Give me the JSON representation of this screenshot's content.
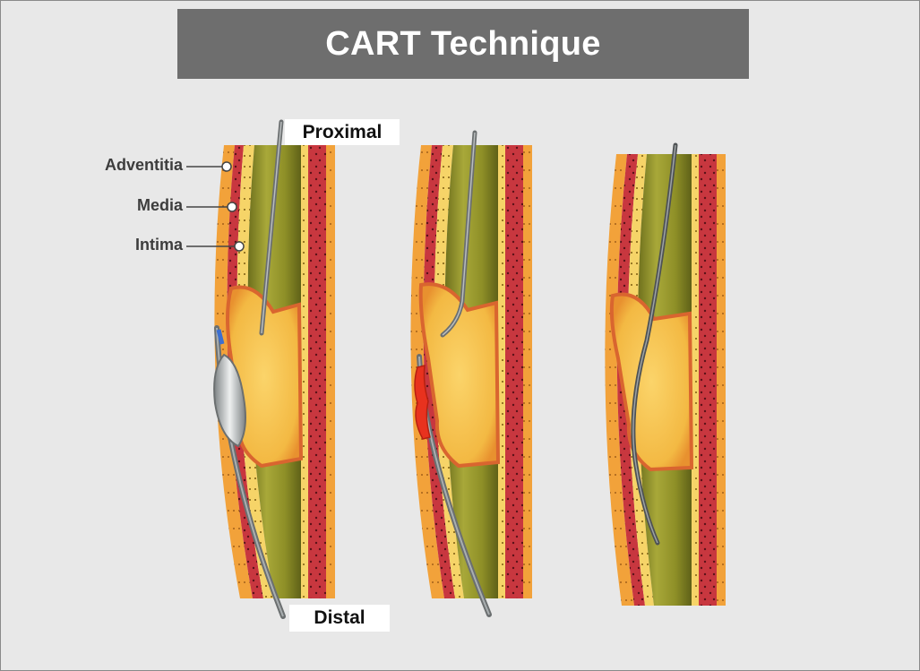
{
  "title": "CART Technique",
  "labels": {
    "proximal": "Proximal",
    "distal": "Distal",
    "layers": [
      "Adventitia",
      "Media",
      "Intima"
    ]
  },
  "colors": {
    "title_bar": "#6e6e6e",
    "background": "#e8e8e8",
    "adventitia": "#f2a23a",
    "media": "#c8373f",
    "intima": "#f6cf5e",
    "lumen": "#8f8f24",
    "plaque": "#f6c44e",
    "plaque_border": "#d9652f",
    "wire": "#6b6f70",
    "balloon": "#bfc4c6",
    "balloon_red": "#e8321e"
  },
  "panels": [
    "balloon-dilation",
    "dissection-connection",
    "wire-crossing"
  ]
}
